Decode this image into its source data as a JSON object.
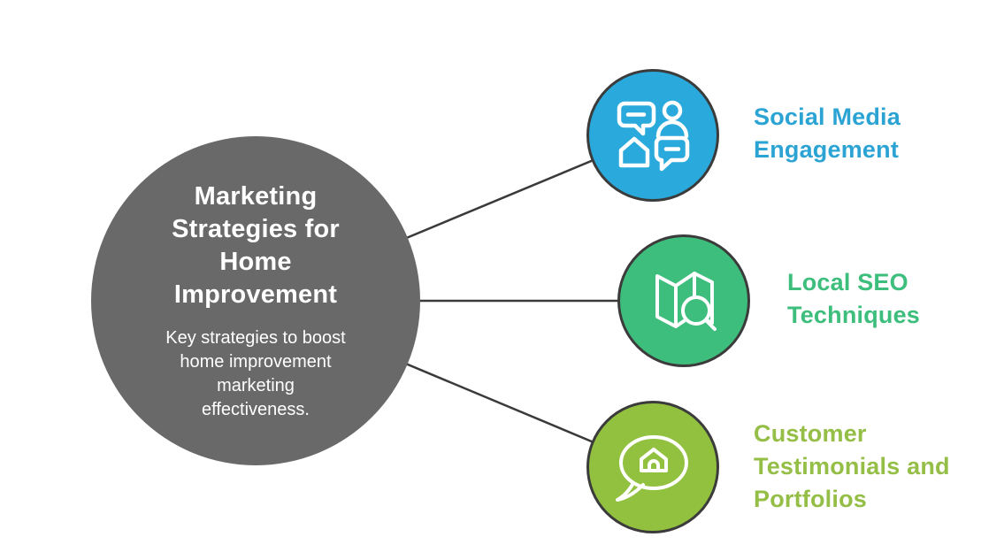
{
  "page": {
    "background": "#FFFFFF"
  },
  "diagram": {
    "central": {
      "title": "Marketing Strategies for Home Improvement",
      "title_lines": [
        "Marketing",
        "Strategies for",
        "Home",
        "Improvement"
      ],
      "subtitle": "Key strategies to boost home improvement marketing effectiveness.",
      "subtitle_lines": [
        "Key strategies to boost",
        "home improvement",
        "marketing",
        "effectiveness."
      ],
      "circle_color": "#696969",
      "text_color": "#FFFFFF"
    },
    "connector_color": "#3A3A3A",
    "nodes": [
      {
        "id": "social-media-engagement",
        "label": "Social Media Engagement",
        "label_lines": [
          "Social Media",
          "Engagement"
        ],
        "circle_color": "#29A9DC",
        "border_color": "#3B3B3B",
        "label_color": "#2BA4D4",
        "icon": "chat-bubbles-person-house-icon"
      },
      {
        "id": "local-seo-techniques",
        "label": "Local SEO Techniques",
        "label_lines": [
          "Local SEO",
          "Techniques"
        ],
        "circle_color": "#3EBE7D",
        "border_color": "#3B3B3B",
        "label_color": "#3DBE7C",
        "icon": "map-with-magnifier-icon"
      },
      {
        "id": "customer-testimonials-portfolios",
        "label": "Customer Testimonials and Portfolios",
        "label_lines": [
          "Customer",
          "Testimonials and",
          "Portfolios"
        ],
        "circle_color": "#92C13F",
        "border_color": "#3B3B3B",
        "label_color": "#94BE45",
        "icon": "house-in-speech-bubble-icon"
      }
    ]
  }
}
